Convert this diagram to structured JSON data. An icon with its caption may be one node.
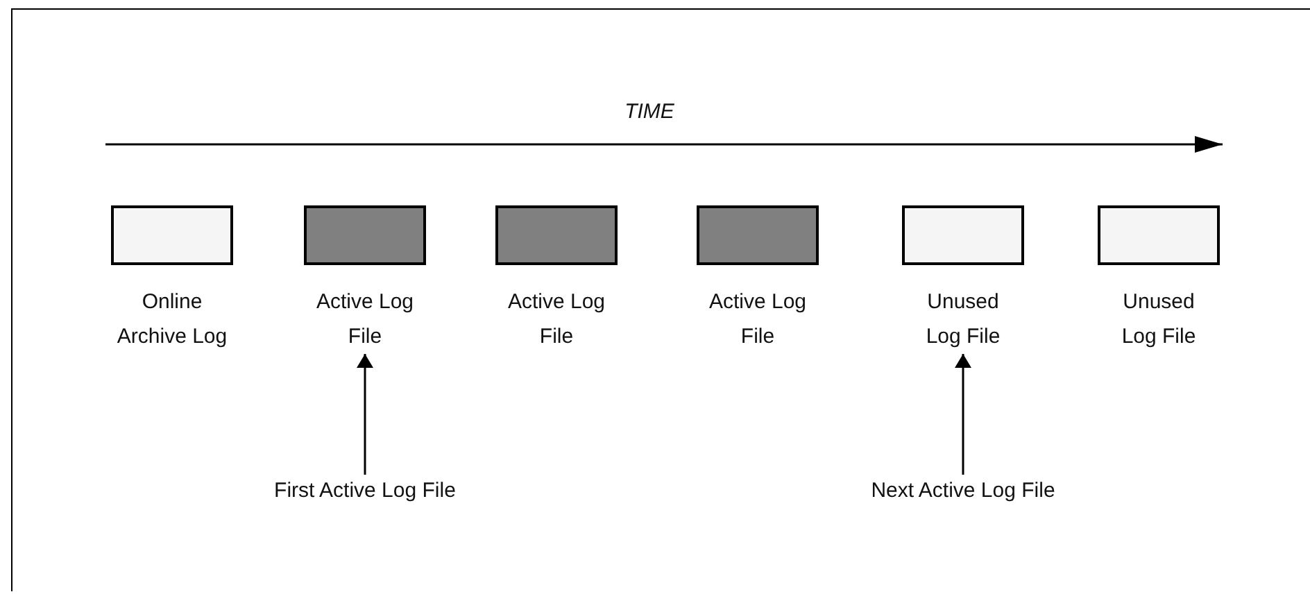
{
  "diagram": {
    "nodes": [
      {
        "text": [
          "Online Archive Log"
        ]
      },
      {
        "text": [
          "Active Log File"
        ]
      },
      {
        "text": [
          "Active Log File"
        ]
      },
      {
        "text": [
          "Active Log File"
        ]
      },
      {
        "text": [
          "Unused Log File"
        ]
      },
      {
        "text": [
          "Unused Log File"
        ]
      },
      {
        "text": [
          "First Active Log File"
        ]
      },
      {
        "text": [
          "Next Active Log File"
        ]
      }
    ],
    "edges": [
      {
        "from": 6,
        "to": 1,
        "arrow": "to"
      },
      {
        "from": 7,
        "to": 4,
        "arrow": "to"
      }
    ],
    "labels": [
      "TIME"
    ]
  }
}
